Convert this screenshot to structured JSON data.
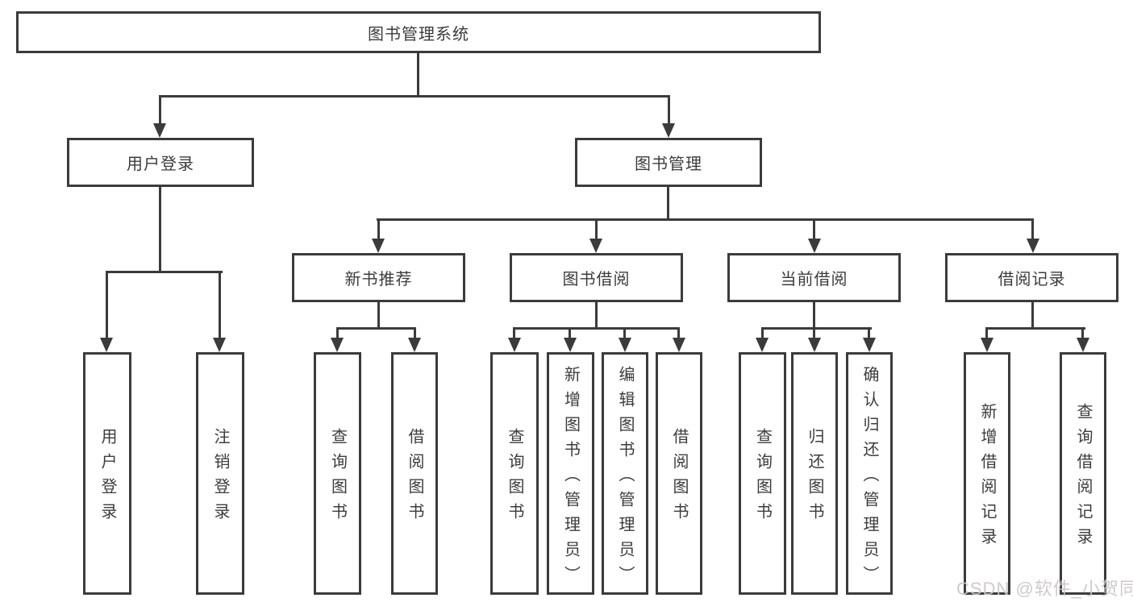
{
  "tree": {
    "label": "图书管理系统",
    "children": [
      {
        "label": "用户登录",
        "children": [
          {
            "label": "用户登录"
          },
          {
            "label": "注销登录"
          }
        ]
      },
      {
        "label": "图书管理",
        "children": [
          {
            "label": "新书推荐",
            "children": [
              {
                "label": "查询图书"
              },
              {
                "label": "借阅图书"
              }
            ]
          },
          {
            "label": "图书借阅",
            "children": [
              {
                "label": "查询图书"
              },
              {
                "label": "新增图书（管理员）"
              },
              {
                "label": "编辑图书（管理员）"
              },
              {
                "label": "借阅图书"
              }
            ]
          },
          {
            "label": "当前借阅",
            "children": [
              {
                "label": "查询图书"
              },
              {
                "label": "归还图书"
              },
              {
                "label": "确认归还（管理员）"
              }
            ]
          },
          {
            "label": "借阅记录",
            "children": [
              {
                "label": "新增借阅记录"
              },
              {
                "label": "查询借阅记录"
              }
            ]
          }
        ]
      }
    ]
  },
  "watermark": {
    "text": "CSDN @软件_小贺同学"
  },
  "colors": {
    "line": "#3b3b3b",
    "box_border": "#3b3b3b",
    "text": "#3c3c3c",
    "background": "#ffffff",
    "watermark": "#cbc5c9"
  }
}
